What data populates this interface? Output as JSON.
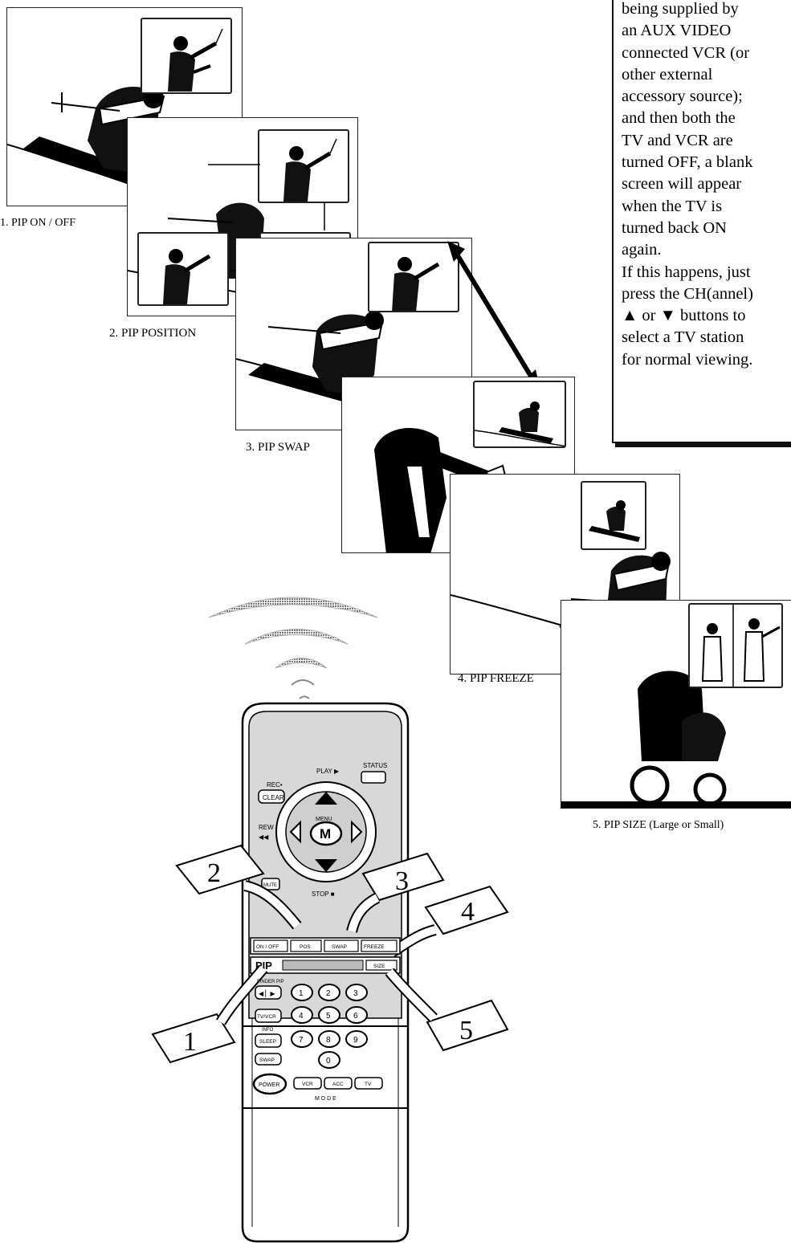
{
  "note": {
    "lines": [
      "being supplied by",
      "an AUX VIDEO",
      "connected VCR (or",
      "other external",
      "accessory source);",
      "and then both the",
      "TV and VCR are",
      "turned OFF, a blank",
      "screen will appear",
      "when the TV is",
      "turned back ON",
      "again.",
      "If this happens, just",
      "press the CH(annel)",
      "▲ or ▼ buttons to",
      "select a TV station",
      "for normal viewing."
    ]
  },
  "steps": [
    {
      "number": "1",
      "caption": "1.  PIP ON / OFF"
    },
    {
      "number": "2",
      "caption": "2.  PIP POSITION"
    },
    {
      "number": "3",
      "caption": "3.  PIP SWAP"
    },
    {
      "number": "4",
      "caption": "4. PIP FREEZE"
    },
    {
      "number": "5",
      "caption": "5. PIP SIZE (Large or Small)"
    }
  ],
  "remote": {
    "labels": {
      "rec": "REC•",
      "clear": "CLEAR",
      "play": "PLAY ▶",
      "status": "STATUS",
      "rew": "REW",
      "rew_sym": "◀◀",
      "menu_key": "M",
      "menu_small": "MENU",
      "mute": "MUTE",
      "stop": "STOP ■",
      "on_off": "ON / OFF",
      "pos": "POS",
      "swap": "SWAP",
      "freeze": "FREEZE",
      "pip": "PIP",
      "size": "SIZE",
      "finder_pip": "FINDER PIP",
      "finder_keys": "◀ ▏▶",
      "tv_vcr": "TV/VCR",
      "info": "INFO",
      "sleep": "SLEEP",
      "swap_lower": "SWAP",
      "power": "POWER",
      "vcr": "VCR",
      "acc": "ACC",
      "tv": "TV",
      "mode": "M  O  D  E",
      "digits": [
        "1",
        "2",
        "3",
        "4",
        "5",
        "6",
        "7",
        "8",
        "9",
        "0"
      ]
    }
  },
  "colors": {
    "ink": "#000000",
    "paper": "#ffffff",
    "signal": "#9a9a9a"
  }
}
